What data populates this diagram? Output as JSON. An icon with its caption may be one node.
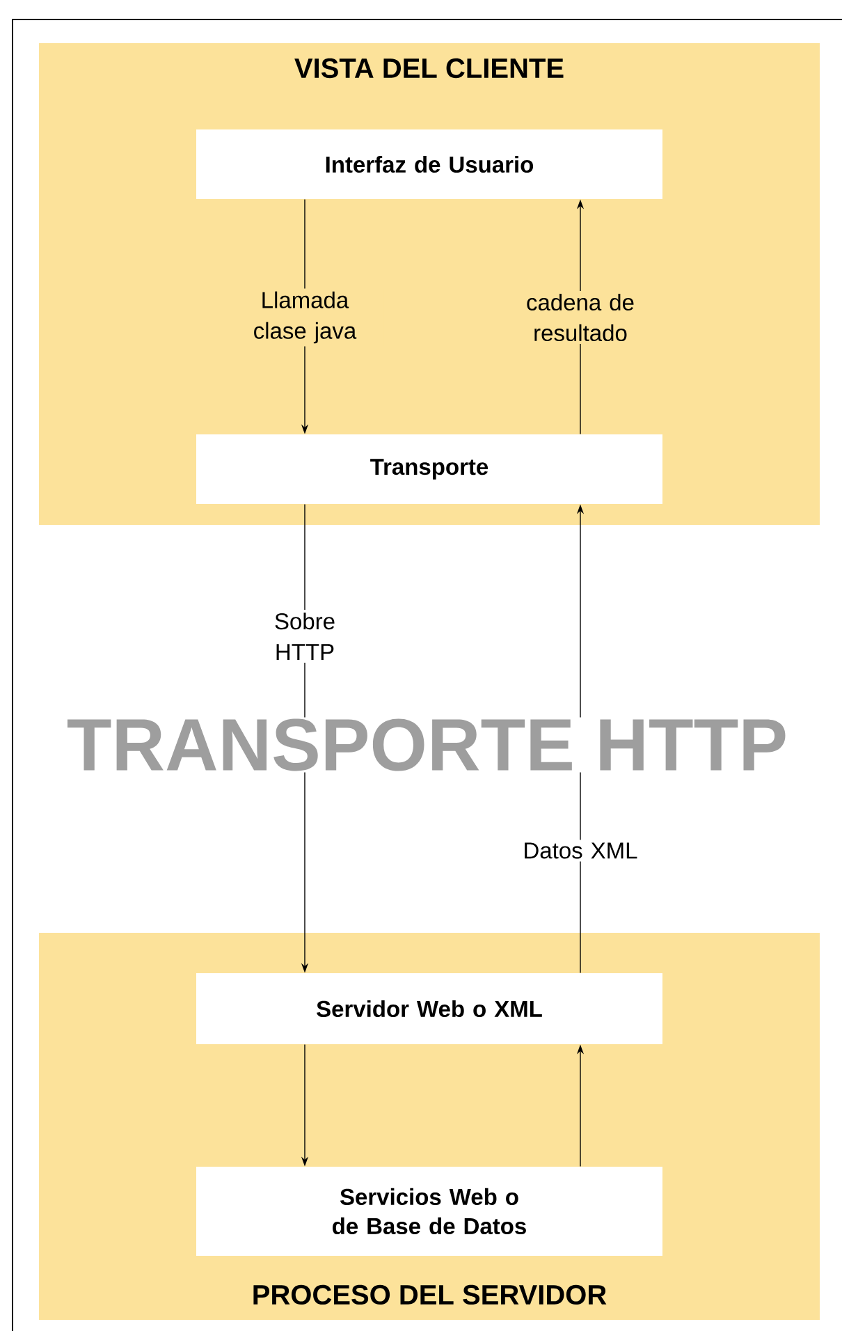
{
  "diagram": {
    "nodes": [
      {
        "text": [
          "VISTA DEL CLIENTE"
        ]
      },
      {
        "text": [
          "Interfaz de Usuario"
        ],
        "in": 0
      },
      {
        "text": [
          "Transporte"
        ],
        "in": 0
      },
      {
        "text": [
          "PROCESO DEL SERVIDOR"
        ]
      },
      {
        "text": [
          "Servidor Web o XML"
        ],
        "in": 3
      },
      {
        "text": [
          "Servicios Web o de Base de Datos"
        ],
        "in": 3
      }
    ],
    "edges": [
      {
        "from": 1,
        "to": 2,
        "arrow": "to",
        "label": "Llamada clase java"
      },
      {
        "from": 2,
        "to": 1,
        "arrow": "to",
        "label": "cadena de resultado"
      },
      {
        "from": 2,
        "to": 4,
        "arrow": "to",
        "label": "Sobre HTTP"
      },
      {
        "from": 4,
        "to": 2,
        "arrow": "to",
        "label": "Datos XML"
      },
      {
        "from": 4,
        "to": 5,
        "arrow": "to"
      },
      {
        "from": 5,
        "to": 4,
        "arrow": "to"
      }
    ],
    "labels": [
      "TRANSPORTE HTTP"
    ]
  }
}
